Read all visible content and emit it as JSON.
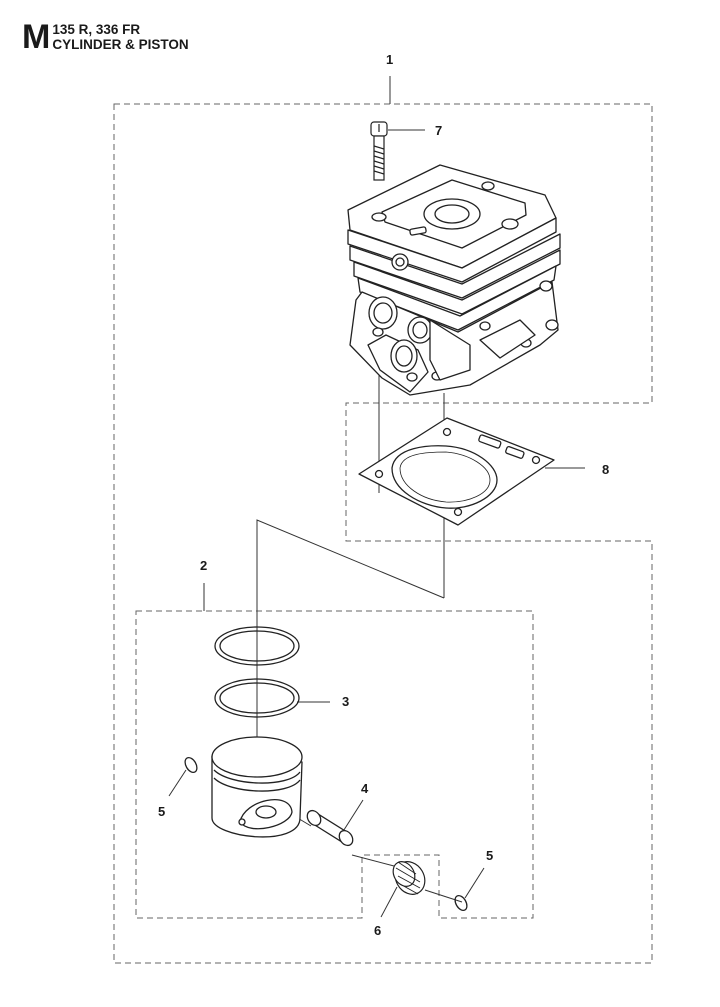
{
  "header": {
    "section_letter": "M",
    "models": "135 R, 336 FR",
    "title": "CYLINDER & PISTON"
  },
  "callouts": {
    "c1": "1",
    "c2": "2",
    "c3": "3",
    "c4": "4",
    "c5a": "5",
    "c5b": "5",
    "c6": "6",
    "c7": "7",
    "c8": "8"
  }
}
